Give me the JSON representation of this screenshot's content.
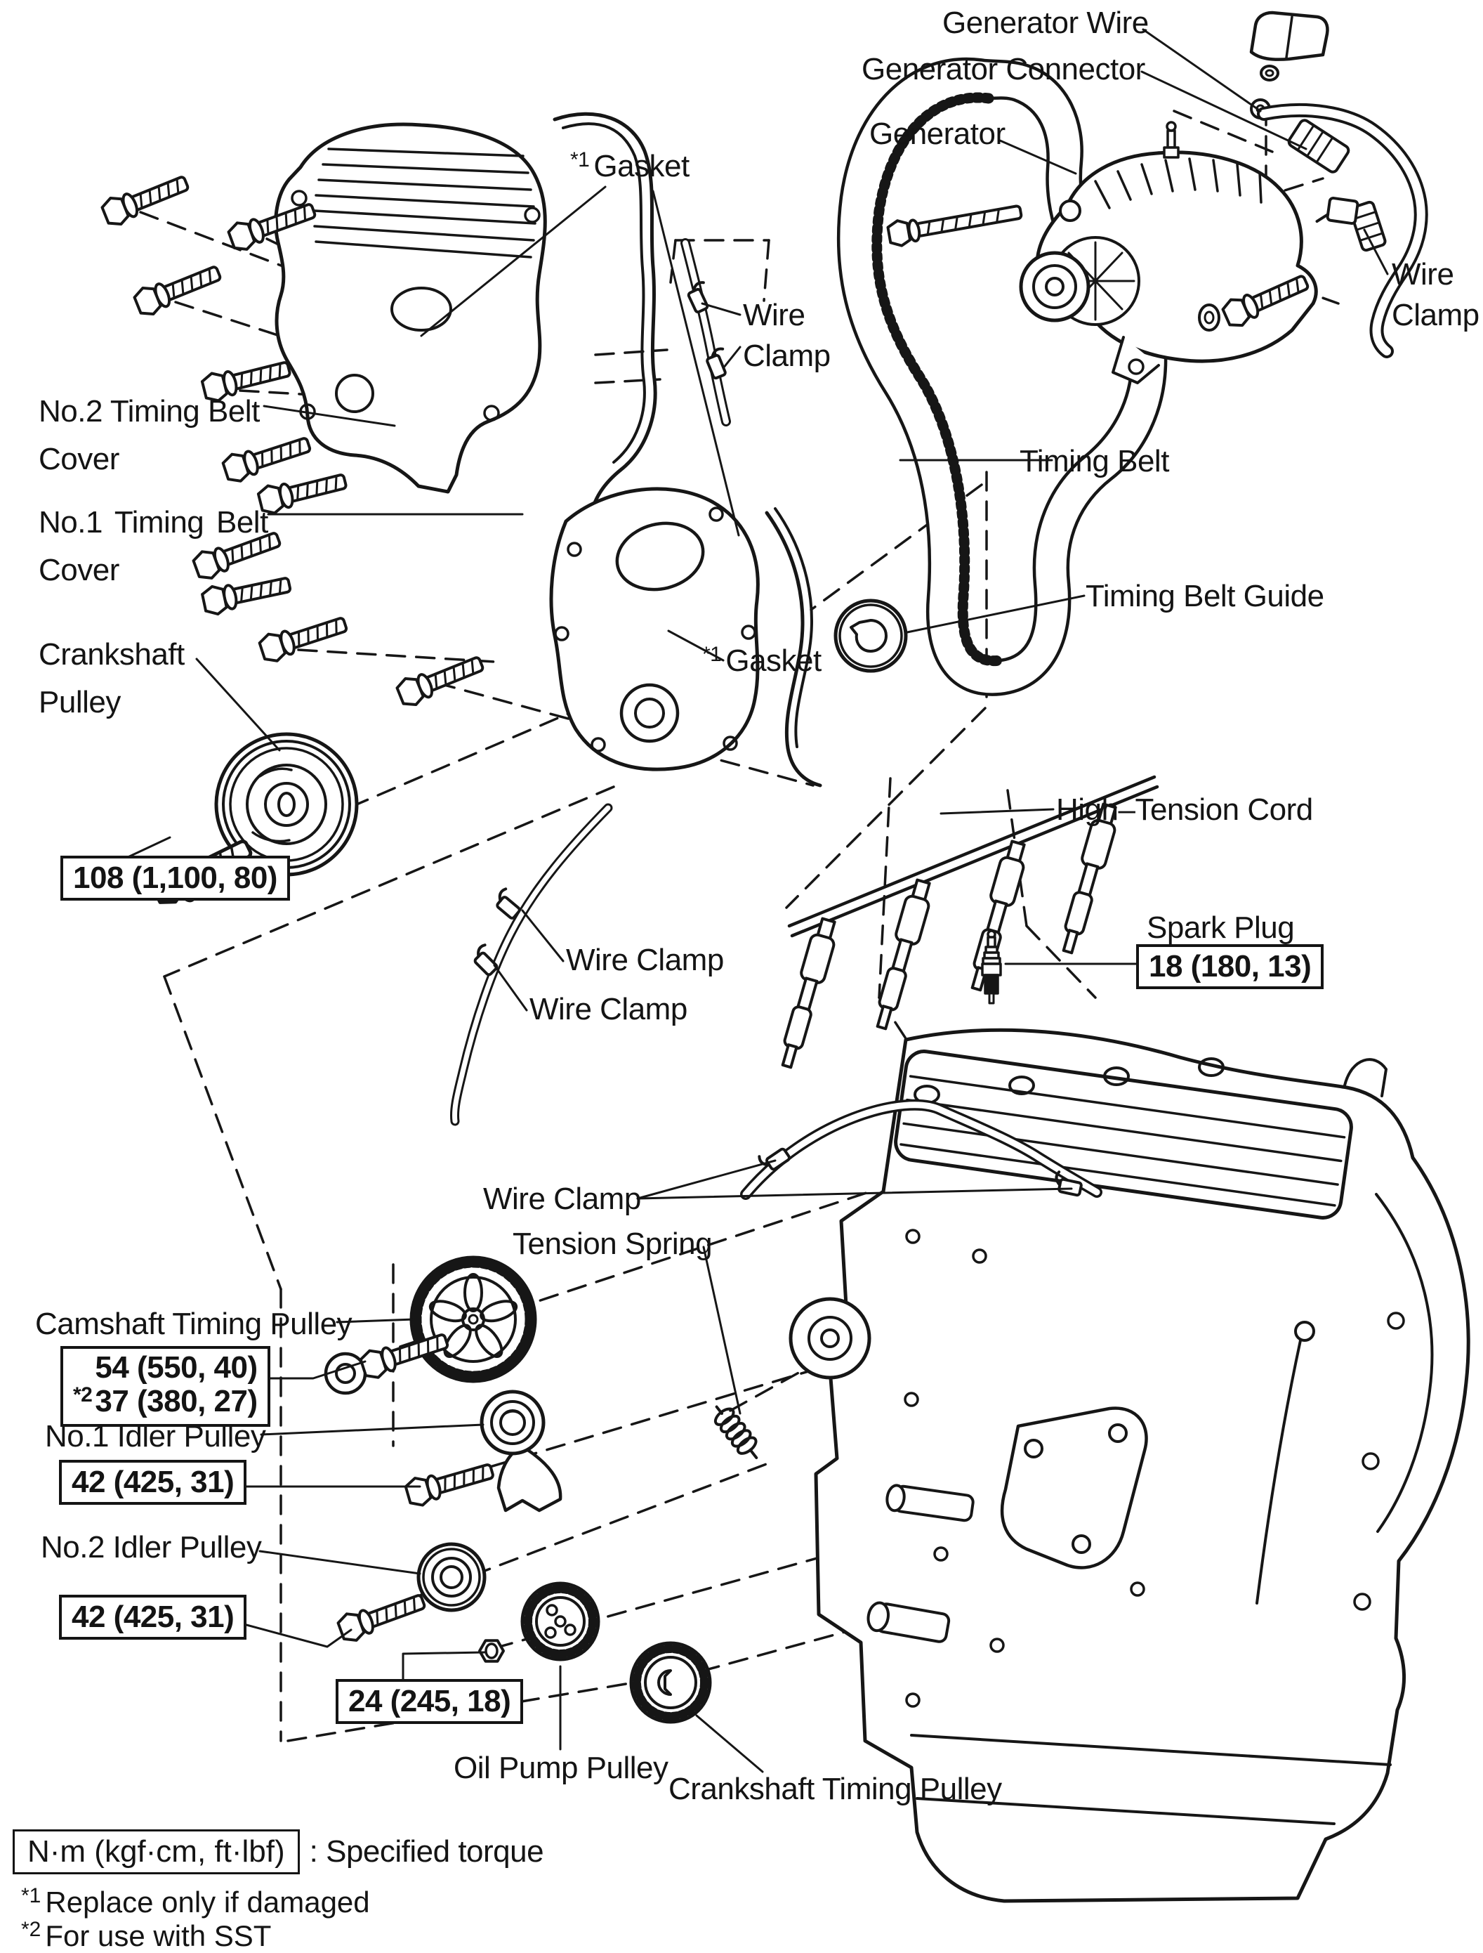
{
  "diagram": {
    "labels": {
      "generator_wire": "Generator Wire",
      "generator_connector": "Generator Connector",
      "generator": "Generator",
      "wire_clamp_line1": "Wire",
      "wire_clamp_line2": "Clamp",
      "gasket_sup": "*1",
      "gasket": "Gasket",
      "no2_belt_cover_line1": "No.2 Timing Belt",
      "no2_belt_cover_line2": "Cover",
      "no1_belt_cover_line1": "No.1 Timing Belt",
      "no1_belt_cover_line2": "Cover",
      "timing_belt": "Timing Belt",
      "timing_belt_guide": "Timing Belt Guide",
      "crankshaft_pulley_line1": "Crankshaft",
      "crankshaft_pulley_line2": "Pulley",
      "high_tension_cord": "High–Tension Cord",
      "spark_plug": "Spark Plug",
      "wire_clamp": "Wire Clamp",
      "tension_spring": "Tension Spring",
      "camshaft_timing_pulley": "Camshaft Timing Pulley",
      "no1_idler_pulley": "No.1 Idler Pulley",
      "no2_idler_pulley": "No.2 Idler Pulley",
      "oil_pump_pulley": "Oil Pump Pulley",
      "crankshaft_timing_pulley": "Crankshaft Timing Pulley"
    },
    "torque_specs": {
      "crankshaft_pulley_bolt": "108 (1,100, 80)",
      "spark_plug": "18 (180, 13)",
      "camshaft_pulley_line1": "54 (550, 40)",
      "camshaft_pulley_line2_sup": "*2",
      "camshaft_pulley_line2": "37 (380, 27)",
      "no1_idler_bolt": "42 (425, 31)",
      "no2_idler_bolt": "42 (425, 31)",
      "oil_pump_pulley_nut": "24 (245, 18)"
    },
    "legend": {
      "unit_box": "N·m (kgf·cm, ft·lbf)",
      "unit_desc": ": Specified torque",
      "note1_sup": "*1",
      "note1": "Replace only if damaged",
      "note2_sup": "*2",
      "note2": "For use with SST"
    }
  }
}
